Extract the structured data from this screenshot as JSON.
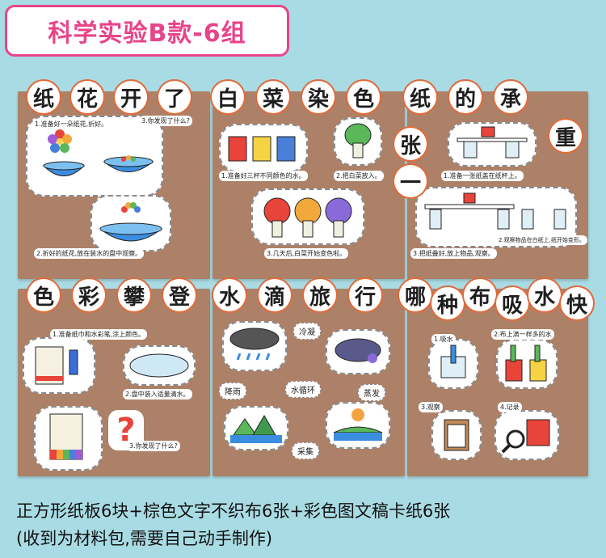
{
  "title": "科学实验B款-6组",
  "boards": [
    {
      "title_chars": [
        "纸",
        "花",
        "开",
        "了"
      ],
      "captions": [
        "1.准备好一朵纸花,折好。",
        "3.你发现了什么?",
        "2.折好的纸花,放在装水的盘中观察。"
      ]
    },
    {
      "title_chars": [
        "白",
        "菜",
        "染",
        "色"
      ],
      "captions": [
        "1.准备好三杯不同颜色的水。",
        "2.把白菜放入。",
        "3.几天后,白菜开始变色啦。"
      ]
    },
    {
      "title_chars": [
        "纸",
        "的",
        "承",
        "重"
      ],
      "extra_chars": [
        "张",
        "一"
      ],
      "captions": [
        "1.准备一张纸盖在纸杯上。",
        "3.把纸叠好,放上物品,观察。",
        "2.观察物品在白纸上,纸开始变形。"
      ]
    },
    {
      "title_chars": [
        "色",
        "彩",
        "攀",
        "登"
      ],
      "captions": [
        "1.准备纸巾和水彩笔,涂上颜色。",
        "2.盘中装入适量清水。",
        "3.你发现了什么?"
      ]
    },
    {
      "title_chars": [
        "水",
        "滴",
        "旅",
        "行"
      ],
      "labels": [
        "冷凝",
        "降雨",
        "水循环",
        "蒸发",
        "采集"
      ]
    },
    {
      "title_chars": [
        "哪",
        "种",
        "布",
        "吸",
        "水",
        "快"
      ],
      "captions": [
        "1.吸水",
        "2.布上滴一样多的水",
        "3.观察",
        "4.记录"
      ]
    }
  ],
  "footer": {
    "line1": "正方形纸板6块+棕色文字不织布6张+彩色图文稿卡纸6张",
    "line2": "(收到为材料包,需要自己动手制作)"
  },
  "colors": {
    "accent": "#e8448a",
    "background": "#a9dbe4",
    "board": "#ad8168"
  }
}
